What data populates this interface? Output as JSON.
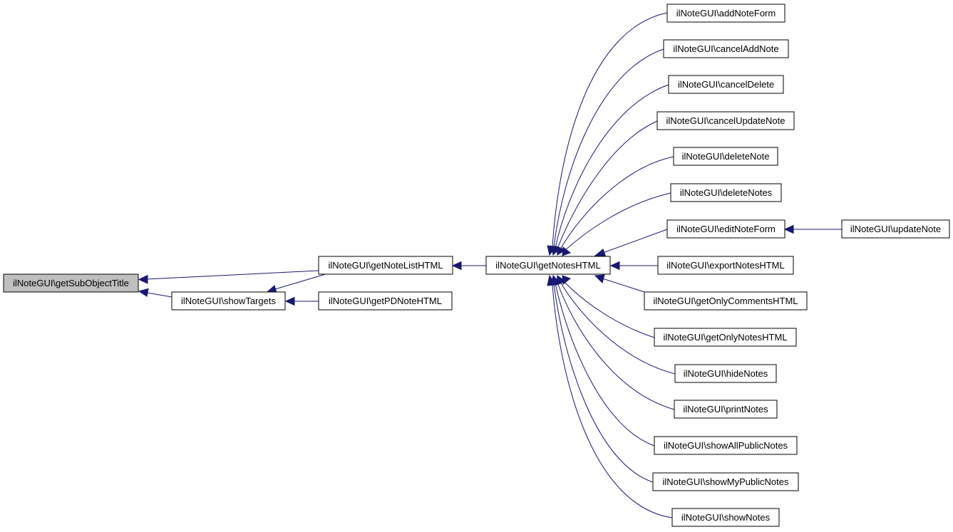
{
  "diagram": {
    "type": "call-graph",
    "colors": {
      "edge": "#191970",
      "root_fill": "#bfbfbf",
      "node_fill": "#ffffff",
      "node_border": "#000000"
    },
    "nodes": {
      "root": "ilNoteGUI\\getSubObjectTitle",
      "getNoteListHTML": "ilNoteGUI\\getNoteListHTML",
      "showTargets": "ilNoteGUI\\showTargets",
      "getPDNoteHTML": "ilNoteGUI\\getPDNoteHTML",
      "getNotesHTML": "ilNoteGUI\\getNotesHTML",
      "addNoteForm": "ilNoteGUI\\addNoteForm",
      "cancelAddNote": "ilNoteGUI\\cancelAddNote",
      "cancelDelete": "ilNoteGUI\\cancelDelete",
      "cancelUpdateNote": "ilNoteGUI\\cancelUpdateNote",
      "deleteNote": "ilNoteGUI\\deleteNote",
      "deleteNotes": "ilNoteGUI\\deleteNotes",
      "editNoteForm": "ilNoteGUI\\editNoteForm",
      "exportNotesHTML": "ilNoteGUI\\exportNotesHTML",
      "getOnlyCommentsHTML": "ilNoteGUI\\getOnlyCommentsHTML",
      "getOnlyNotesHTML": "ilNoteGUI\\getOnlyNotesHTML",
      "hideNotes": "ilNoteGUI\\hideNotes",
      "printNotes": "ilNoteGUI\\printNotes",
      "showAllPublicNotes": "ilNoteGUI\\showAllPublicNotes",
      "showMyPublicNotes": "ilNoteGUI\\showMyPublicNotes",
      "showNotes": "ilNoteGUI\\showNotes",
      "updateNote": "ilNoteGUI\\updateNote"
    },
    "edges": [
      {
        "from": "getNoteListHTML",
        "to": "root"
      },
      {
        "from": "showTargets",
        "to": "root"
      },
      {
        "from": "getNoteListHTML",
        "to": "showTargets"
      },
      {
        "from": "getPDNoteHTML",
        "to": "showTargets"
      },
      {
        "from": "getNotesHTML",
        "to": "getNoteListHTML"
      },
      {
        "from": "addNoteForm",
        "to": "getNotesHTML"
      },
      {
        "from": "cancelAddNote",
        "to": "getNotesHTML"
      },
      {
        "from": "cancelDelete",
        "to": "getNotesHTML"
      },
      {
        "from": "cancelUpdateNote",
        "to": "getNotesHTML"
      },
      {
        "from": "deleteNote",
        "to": "getNotesHTML"
      },
      {
        "from": "deleteNotes",
        "to": "getNotesHTML"
      },
      {
        "from": "editNoteForm",
        "to": "getNotesHTML"
      },
      {
        "from": "exportNotesHTML",
        "to": "getNotesHTML"
      },
      {
        "from": "getOnlyCommentsHTML",
        "to": "getNotesHTML"
      },
      {
        "from": "getOnlyNotesHTML",
        "to": "getNotesHTML"
      },
      {
        "from": "hideNotes",
        "to": "getNotesHTML"
      },
      {
        "from": "printNotes",
        "to": "getNotesHTML"
      },
      {
        "from": "showAllPublicNotes",
        "to": "getNotesHTML"
      },
      {
        "from": "showMyPublicNotes",
        "to": "getNotesHTML"
      },
      {
        "from": "showNotes",
        "to": "getNotesHTML"
      },
      {
        "from": "updateNote",
        "to": "editNoteForm"
      }
    ]
  }
}
